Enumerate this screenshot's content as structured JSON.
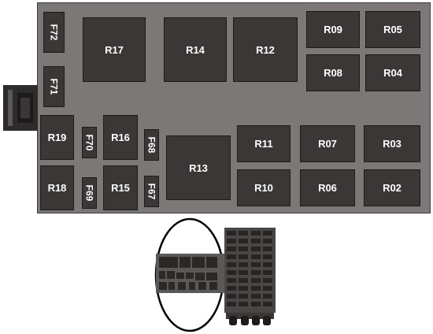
{
  "fuse_box": {
    "fuses": {
      "F72": "F72",
      "F71": "F71",
      "F70": "F70",
      "F68": "F68",
      "F69": "F69",
      "F67": "F67"
    },
    "relays": {
      "R17": "R17",
      "R14": "R14",
      "R12": "R12",
      "R09": "R09",
      "R05": "R05",
      "R08": "R08",
      "R04": "R04",
      "R19": "R19",
      "R16": "R16",
      "R13": "R13",
      "R11": "R11",
      "R07": "R07",
      "R03": "R03",
      "R18": "R18",
      "R15": "R15",
      "R10": "R10",
      "R06": "R06",
      "R02": "R02"
    }
  },
  "colors": {
    "panel": "#7b7877",
    "component": "#3c3737",
    "label": "#ffffff"
  }
}
